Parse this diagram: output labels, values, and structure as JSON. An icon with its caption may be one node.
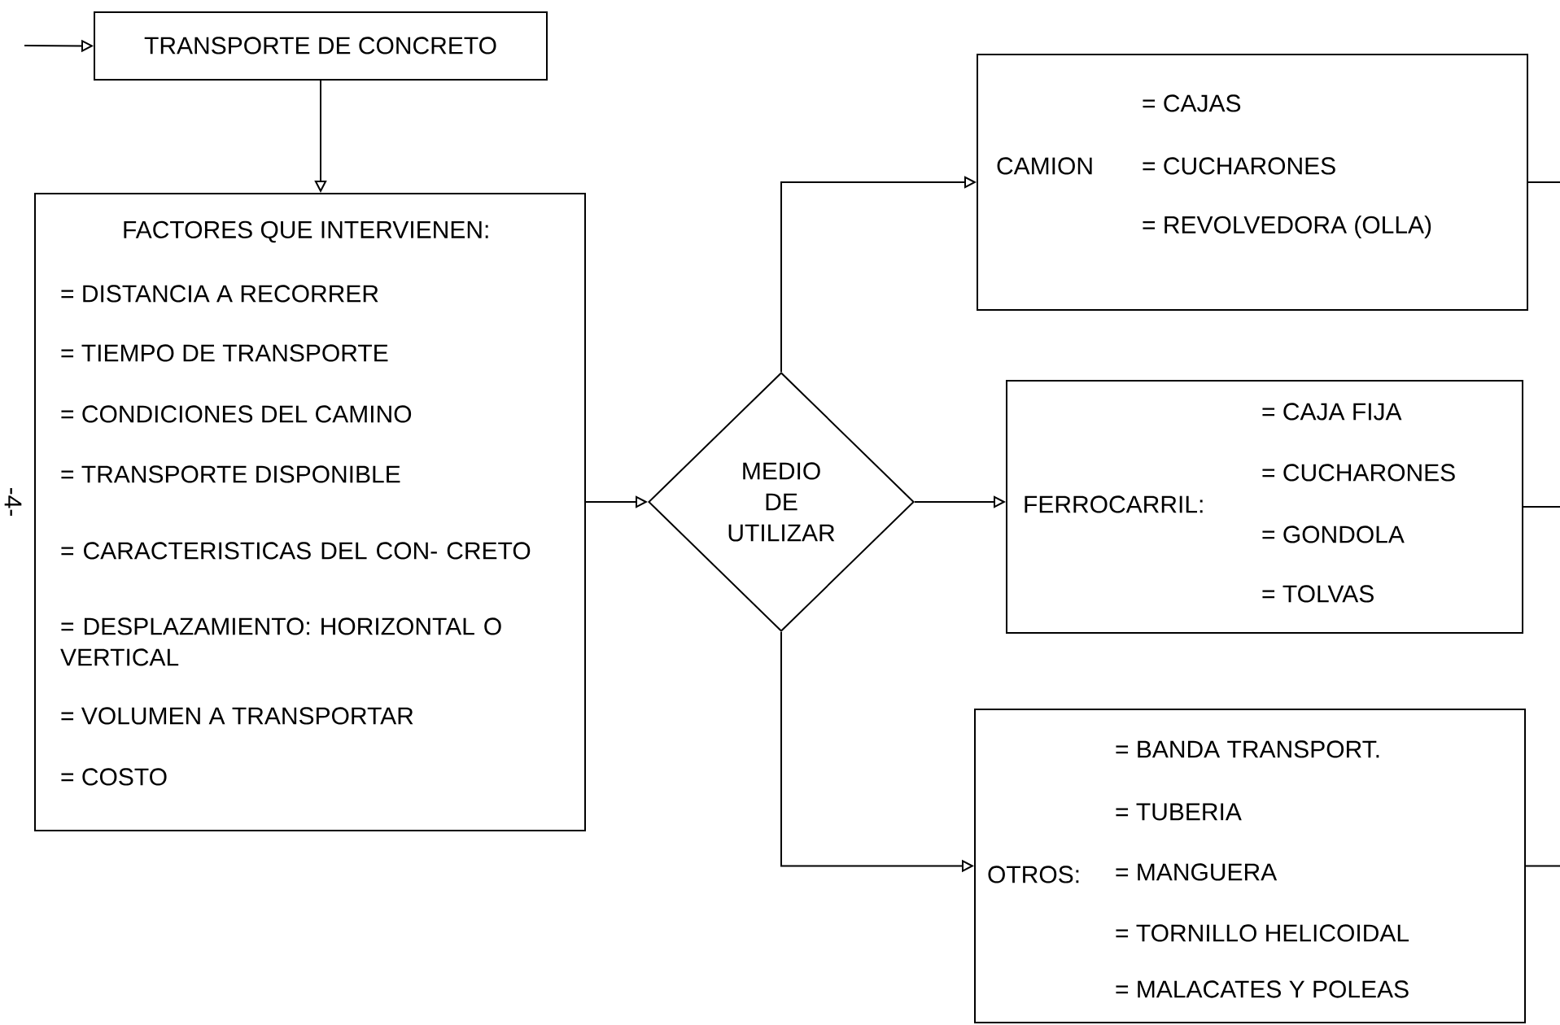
{
  "diagram": {
    "nodes": [
      {
        "text": [
          "TRANSPORTE DE CONCRETO"
        ]
      },
      {
        "text": [
          "FACTORES QUE INTERVIENEN:",
          "= DISTANCIA A RECORRER",
          "= TIEMPO DE TRANSPORTE",
          "= CONDICIONES DEL CAMINO",
          "= TRANSPORTE DISPONIBLE",
          "= CARACTERISTICAS DEL CON- CRETO",
          "= DESPLAZAMIENTO: HORIZONTAL O VERTICAL",
          "= VOLUMEN A TRANSPORTAR",
          "= COSTO"
        ]
      },
      {
        "text": [
          "MEDIO DE UTILIZAR"
        ]
      },
      {
        "text": [
          "CAMION",
          "= CAJAS",
          "= CUCHARONES",
          "= REVOLVEDORA (OLLA)"
        ]
      },
      {
        "text": [
          "FERROCARRIL:",
          "= CAJA FIJA",
          "= CUCHARONES",
          "= GONDOLA",
          "= TOLVAS"
        ]
      },
      {
        "text": [
          "OTROS:",
          "= BANDA TRANSPORT.",
          "= TUBERIA",
          "= MANGUERA",
          "= TORNILLO HELICOIDAL",
          "= MALACATES Y POLEAS"
        ]
      }
    ],
    "edges": [
      {
        "from": null,
        "to": 0,
        "arrow": "to"
      },
      {
        "from": 0,
        "to": 1,
        "arrow": "to"
      },
      {
        "from": 1,
        "to": 2,
        "arrow": "to"
      },
      {
        "from": 2,
        "to": 3,
        "arrow": "to"
      },
      {
        "from": 2,
        "to": 4,
        "arrow": "to"
      },
      {
        "from": 2,
        "to": 5,
        "arrow": "to"
      },
      {
        "from": 3,
        "to": null,
        "arrow": "none"
      },
      {
        "from": 4,
        "to": null,
        "arrow": "none"
      },
      {
        "from": 5,
        "to": null,
        "arrow": "none"
      }
    ],
    "labels": [
      "-4-"
    ]
  }
}
